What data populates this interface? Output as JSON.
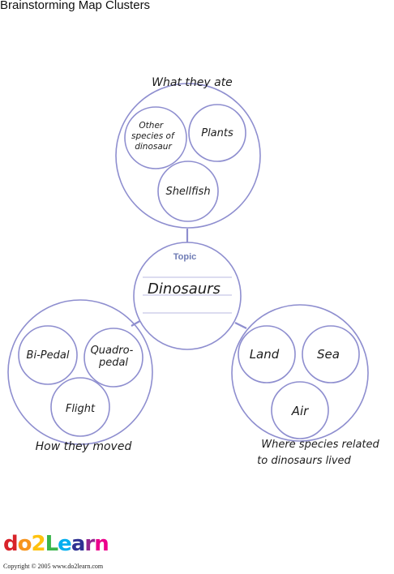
{
  "title": "Brainstorming Map Clusters",
  "topic": {
    "label": "Topic",
    "text": "Dinosaurs"
  },
  "clusters": {
    "top": {
      "caption": "What they ate",
      "items": [
        "Other species of dinosaur",
        "Plants",
        "Shellfish"
      ]
    },
    "left": {
      "caption": "How they moved",
      "items": [
        "Bi-Pedal",
        "Quadro-pedal",
        "Flight"
      ]
    },
    "right": {
      "caption_line1": "Where species related",
      "caption_line2": "to dinosaurs lived",
      "items": [
        "Land",
        "Sea",
        "Air"
      ]
    }
  },
  "logo": {
    "letters": [
      "d",
      "o",
      "2",
      "L",
      "e",
      "a",
      "r",
      "n"
    ],
    "colors": [
      "#d8232a",
      "#f7941d",
      "#ffc20e",
      "#39b54a",
      "#00aeef",
      "#2e3192",
      "#92278f",
      "#ec008c"
    ]
  },
  "copyright": "Copyright © 2005 www.do2learn.com",
  "colors": {
    "circle_stroke": "#8e8ecf",
    "topic_label": "#6f7cb5"
  }
}
